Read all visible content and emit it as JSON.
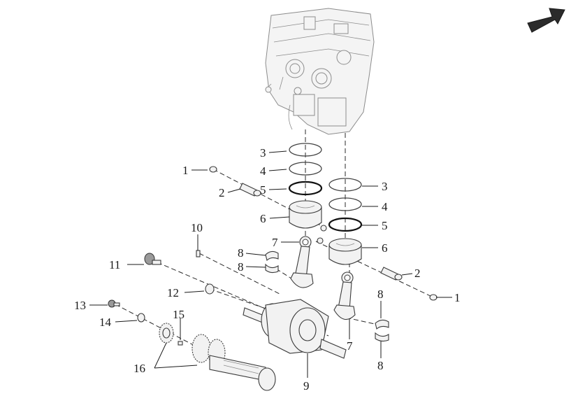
{
  "diagram": {
    "labels": [
      {
        "id": "c1-ring-top",
        "text": "3"
      },
      {
        "id": "c1-ring-second",
        "text": "4"
      },
      {
        "id": "c1-ring-oil",
        "text": "5"
      },
      {
        "id": "c1-clip",
        "text": "1"
      },
      {
        "id": "c1-pin",
        "text": "2"
      },
      {
        "id": "c1-piston",
        "text": "6"
      },
      {
        "id": "c1-rod",
        "text": "7"
      },
      {
        "id": "c1-bearing-upper",
        "text": "8"
      },
      {
        "id": "c1-bearing-lower",
        "text": "8"
      },
      {
        "id": "c2-ring-top",
        "text": "3"
      },
      {
        "id": "c2-ring-second",
        "text": "4"
      },
      {
        "id": "c2-ring-oil",
        "text": "5"
      },
      {
        "id": "c2-piston",
        "text": "6"
      },
      {
        "id": "c2-pin",
        "text": "2"
      },
      {
        "id": "c2-clip",
        "text": "1"
      },
      {
        "id": "c2-bearing-upper",
        "text": "8"
      },
      {
        "id": "c2-bearing-lower",
        "text": "8"
      },
      {
        "id": "c2-rod",
        "text": "7"
      },
      {
        "id": "dowel",
        "text": "10"
      },
      {
        "id": "bolt",
        "text": "11"
      },
      {
        "id": "washer",
        "text": "12"
      },
      {
        "id": "small-bolt",
        "text": "13"
      },
      {
        "id": "small-washer",
        "text": "14"
      },
      {
        "id": "key",
        "text": "15"
      },
      {
        "id": "gears",
        "text": "16"
      },
      {
        "id": "crankshaft",
        "text": "9"
      }
    ]
  },
  "icons": {
    "direction_arrow": "front-direction-arrow-icon"
  },
  "colors": {
    "line": "#1a1a1a",
    "part_fill": "#f2f2f2",
    "arrow": "#2b2b2b"
  }
}
